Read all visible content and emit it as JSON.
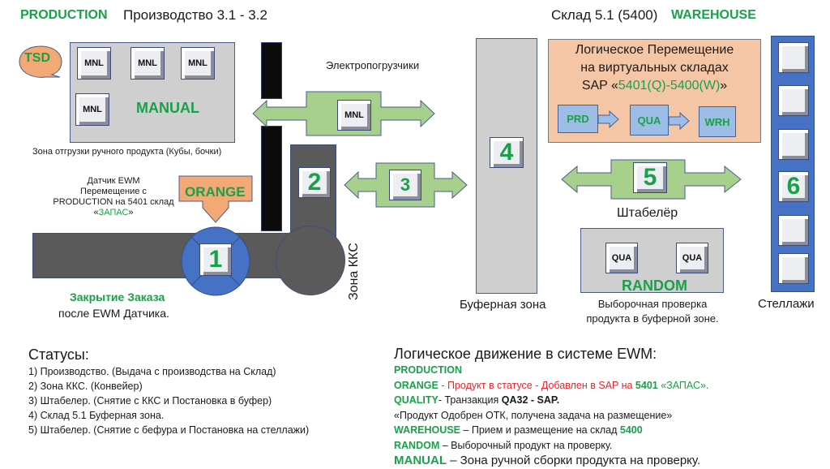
{
  "header": {
    "production_tag": "PRODUCTION",
    "production_title": "Производство 3.1 - 3.2",
    "warehouse_title": "Склад 5.1 (5400)",
    "warehouse_tag": "WAREHOUSE"
  },
  "manual_zone": {
    "tsd_label": "TSD",
    "mnl_items": [
      "MNL",
      "MNL",
      "MNL",
      "MNL"
    ],
    "label": "MANUAL",
    "caption": "Зона отгрузки ручного продукта (Кубы, бочки)"
  },
  "forklifts": {
    "label": "Электропогрузчики",
    "arrow_item": "MNL"
  },
  "sensor": {
    "line1": "Датчик EWM",
    "line2": "Перемещение с",
    "line3": "PRODUCTION на  5401 склад",
    "line4_open": "«",
    "line4_green": "ЗАПАС",
    "line4_close": "»"
  },
  "orange_label": "ORANGE",
  "steps": {
    "s1": "1",
    "s2": "2",
    "s3": "3",
    "s4": "4",
    "s5": "5",
    "s6": "6"
  },
  "order_close": {
    "title": "Закрытие Заказа",
    "subtitle": "после EWM Датчика."
  },
  "kks_zone_label": "Зона ККС",
  "buffer_zone_label": "Буферная зона",
  "logical_box": {
    "line1": "Логическое Перемещение",
    "line2": "на виртуальных складах",
    "line3_prefix": "SAP «",
    "line3_green": "5401(Q)-5400(W)",
    "line3_suffix": "»",
    "flow": [
      "PRD",
      "QUA",
      "WRH"
    ]
  },
  "stacker_label": "Штабелёр",
  "random_zone": {
    "items": [
      "QUA",
      "QUA"
    ],
    "label": "RANDOM",
    "caption_line1": "Выборочная проверка",
    "caption_line2": "продукта в буферной зоне."
  },
  "racks_label": "Стеллажи",
  "statuses": {
    "title": "Статусы:",
    "items": [
      "1) Производство. (Выдача с производства на Склад)",
      "2) Зона ККС. (Конвейер)",
      "3) Штабелер. (Снятие с ККС и Постановка в буфер)",
      "4) Склад 5.1 Буферная зона.",
      "5) Штабелер. (Снятие с бефура и Постановка на стеллажи)"
    ]
  },
  "ewm_logic": {
    "title": "Логическое движение в системе EWM:",
    "production": "PRODUCTION",
    "orange_key": "ORANGE",
    "orange_dash": " - ",
    "orange_text": "Продукт в статусе - Добавлен в SAP на ",
    "orange_num": "5401",
    "orange_quote": " «ЗАПАС».",
    "quality_key": "QUALITY",
    "quality_text": "- Транзакция ",
    "quality_bold": "QA32 - SAP.",
    "approved_text": "«Продукт Одобрен ОТК, получена задача на размещение»",
    "warehouse_key": "WAREHOUSE",
    "warehouse_text": " – Прием и размещение на склад ",
    "warehouse_num": "5400",
    "random_key": "RANDOM",
    "random_text": " – Выборочный продукт на проверку.",
    "manual_key": "MANUAL",
    "manual_text": " – Зона ручной сборки продукта на проверку."
  },
  "colors": {
    "green": "#1aa049",
    "red": "#e8262b",
    "peach": "#f5c6a5",
    "rack_blue": "#4572c4",
    "arrow_green": "#a8d08d",
    "conveyor_gray": "#5a5a5a"
  }
}
